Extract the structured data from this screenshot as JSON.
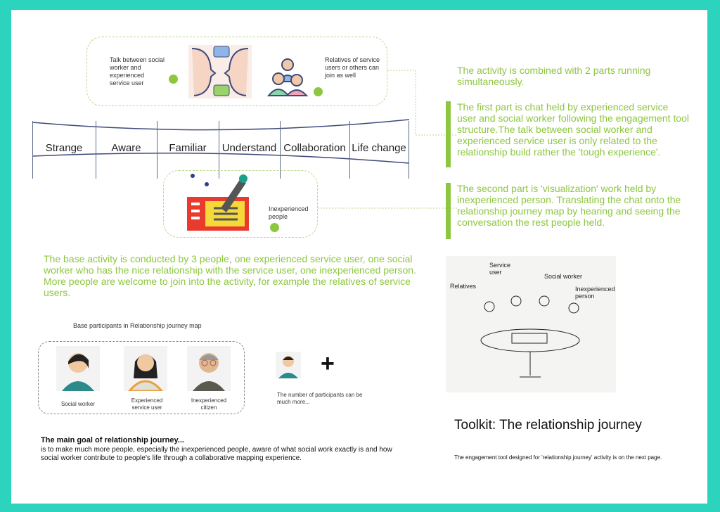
{
  "top_box": {
    "left_text": "Talk between social worker and experienced service user",
    "right_text": "Relatives of service users or others can join as well"
  },
  "journey": {
    "stages": [
      "Strange",
      "Aware",
      "Familiar",
      "Understand",
      "Collaboration",
      "Life change"
    ]
  },
  "bottom_box": {
    "text": "Inexperienced people"
  },
  "right": {
    "intro": "The activity is combined with 2 parts running simultaneously.",
    "part1": "The first part is chat held by experienced service user and social worker following the engagement tool structure.The talk between social worker and experienced service user is only related to the relationship build rather the 'tough experience'.",
    "part2": "The second part is 'visualization' work held by inexperienced person. Translating the chat onto the relationship journey map by hearing and seeing the conversation the rest people held."
  },
  "base_activity": "The base activity is conducted by 3 people, one experienced service user, one social worker who has the nice relationship with the service user, one inexperienced person.\nMore people are welcome to join into the activity, for example the relatives of service users.",
  "participants": {
    "title": "Base participants in Relationship journey map",
    "items": [
      "Social worker",
      "Experienced service user",
      "Inexperienced citizen"
    ],
    "more": "The number of participants can be much more..."
  },
  "sketch": {
    "labels": [
      "Relatives",
      "Service user",
      "Social worker",
      "Inexperienced person"
    ]
  },
  "goal": {
    "title": "The main goal of relationship journey...",
    "body": "is to make much more people, especially the inexperienced people, aware of what social work exactly is and how social worker contribute to people's life through a collaborative mapping experience."
  },
  "toolkit": {
    "title": "Toolkit: The relationship journey",
    "note": "The engagement tool designed for 'relationship journey' activity is on the next page."
  },
  "colors": {
    "green": "#8dc63f",
    "teal": "#2dd4bd"
  }
}
